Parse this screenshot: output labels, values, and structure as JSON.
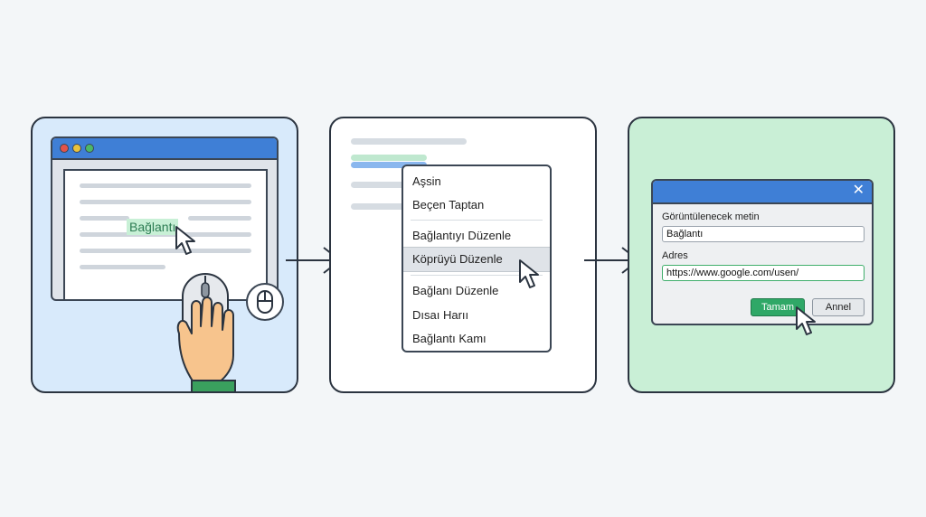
{
  "panel1": {
    "link_text": "Bağlantı"
  },
  "panel2": {
    "menu_items": [
      "Aşsin",
      "Beçen Taptan",
      "Bağlantıyı Düzenle",
      "Köprüyü Düzenle",
      "Bağlanı Düzenle",
      "Dısaı Harıı",
      "Bağlantı Kamı"
    ],
    "selected_item": "Köprüyü Düzenle"
  },
  "panel3": {
    "display_text_label": "Görüntülenecek metin",
    "display_text_value": "Bağlantı",
    "address_label": "Adres",
    "address_value": "https://www.google.com/usen/",
    "ok_label": "Tamam",
    "cancel_label": "Annel"
  },
  "colors": {
    "accent_blue": "#3f7fd6",
    "accent_green": "#2fa867",
    "panel1_bg": "#d8eafb",
    "panel3_bg": "#c9efd6"
  }
}
